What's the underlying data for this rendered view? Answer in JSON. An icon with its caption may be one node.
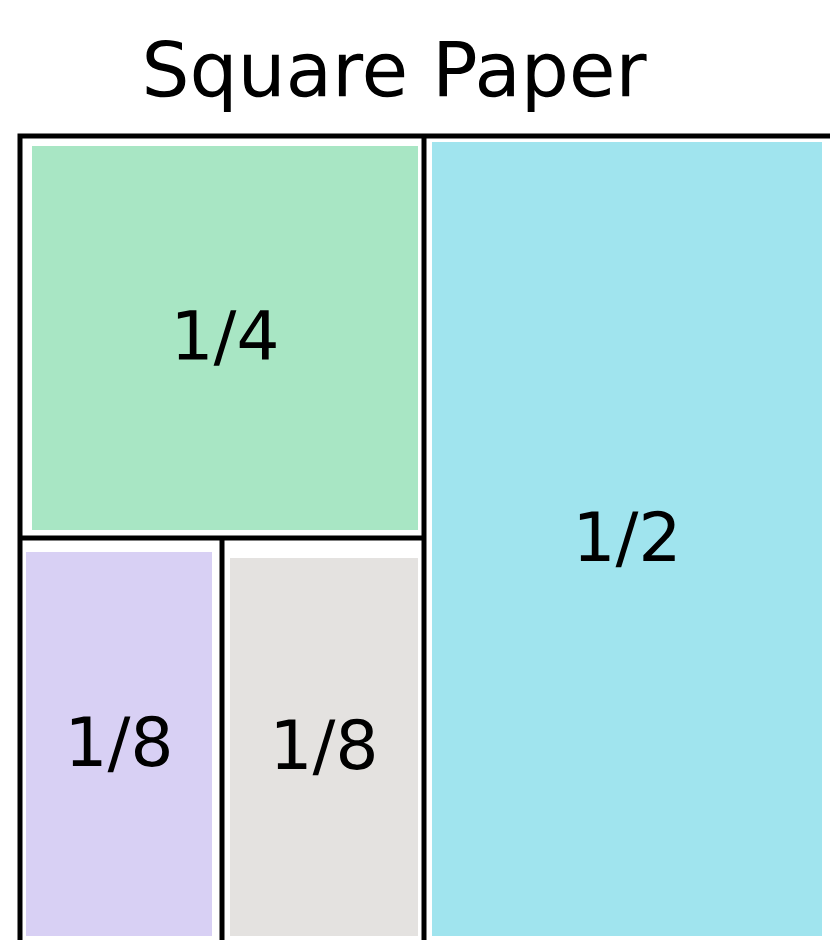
{
  "diagram": {
    "title": "Square Paper",
    "nodes": [
      {
        "text": [
          "1/4"
        ]
      },
      {
        "text": [
          "1/2"
        ]
      },
      {
        "text": [
          "1/8"
        ]
      },
      {
        "text": [
          "1/8"
        ]
      }
    ]
  }
}
